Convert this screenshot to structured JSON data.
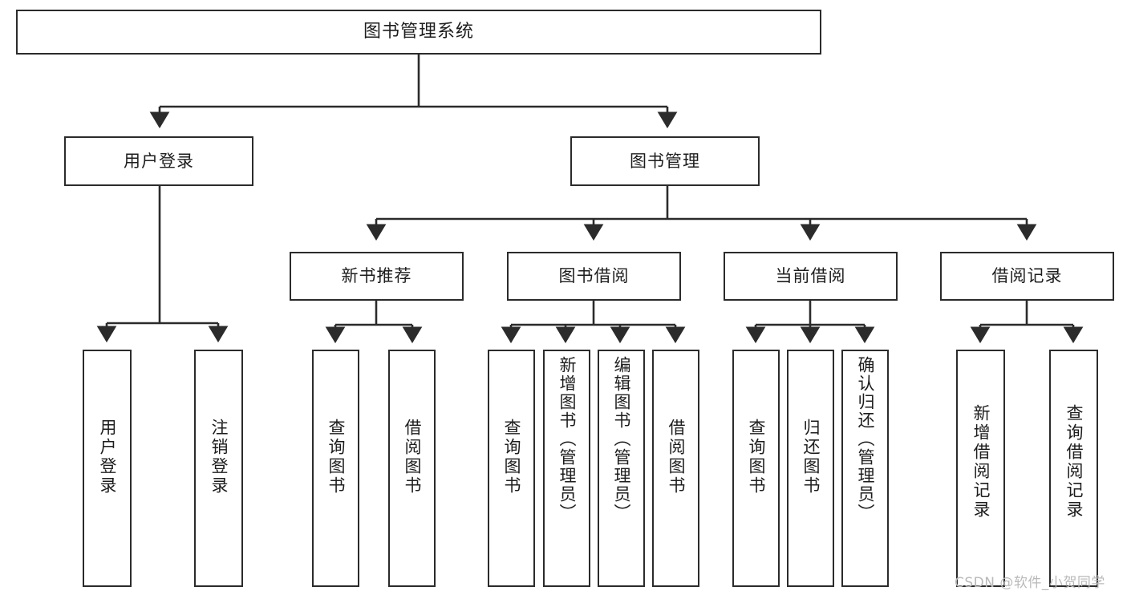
{
  "diagram": {
    "title": "图书管理系统",
    "type": "tree-hierarchy-chart",
    "watermark": "CSDN @软件_小贺同学",
    "colors": {
      "box_border": "#2b2b2b",
      "box_fill": "#ffffff",
      "edge": "#2b2b2b",
      "text": "#1d1d1d",
      "watermark": "#b9b9b9"
    },
    "nodes": {
      "root": {
        "label": "图书管理系统"
      },
      "level2": [
        {
          "id": "user-login",
          "label": "用户登录"
        },
        {
          "id": "book-manage",
          "label": "图书管理"
        }
      ],
      "level3": [
        {
          "id": "new-book-rec",
          "label": "新书推荐"
        },
        {
          "id": "book-borrow",
          "label": "图书借阅"
        },
        {
          "id": "current-borrow",
          "label": "当前借阅"
        },
        {
          "id": "borrow-record",
          "label": "借阅记录"
        }
      ],
      "leaves": {
        "user_login": [
          {
            "id": "leaf-user-login",
            "label": "用户登录"
          },
          {
            "id": "leaf-logout",
            "label": "注销登录"
          }
        ],
        "new_book_rec": [
          {
            "id": "leaf-query-book-1",
            "label": "查询图书"
          },
          {
            "id": "leaf-borrow-book-1",
            "label": "借阅图书"
          }
        ],
        "book_borrow": [
          {
            "id": "leaf-query-book-2",
            "label": "查询图书"
          },
          {
            "id": "leaf-add-book",
            "label": "新增图书（管理员）"
          },
          {
            "id": "leaf-edit-book",
            "label": "编辑图书（管理员）"
          },
          {
            "id": "leaf-borrow-book-2",
            "label": "借阅图书"
          }
        ],
        "current_borrow": [
          {
            "id": "leaf-query-book-3",
            "label": "查询图书"
          },
          {
            "id": "leaf-return-book",
            "label": "归还图书"
          },
          {
            "id": "leaf-confirm-return",
            "label": "确认归还（管理员）"
          }
        ],
        "borrow_record": [
          {
            "id": "leaf-add-record",
            "label": "新增借阅记录"
          },
          {
            "id": "leaf-query-record",
            "label": "查询借阅记录"
          }
        ]
      }
    }
  }
}
